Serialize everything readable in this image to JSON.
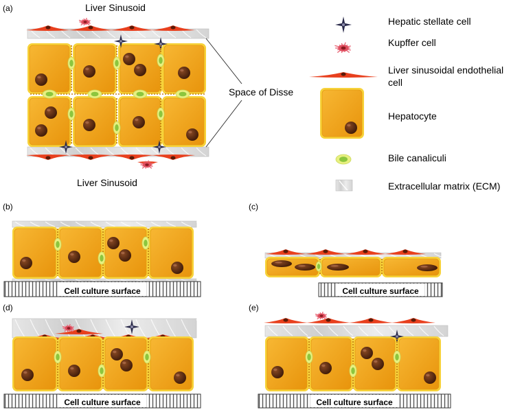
{
  "figure": {
    "panel_labels": {
      "a": "(a)",
      "b": "(b)",
      "c": "(c)",
      "d": "(d)",
      "e": "(e)"
    },
    "top_sinusoid_label": "Liver Sinusoid",
    "bottom_sinusoid_label": "Liver Sinusoid",
    "space_label": "Space of Disse",
    "culture_surface_label": "Cell culture surface"
  },
  "legend": [
    {
      "id": "hsc",
      "line1": "Hepatic stellate cell",
      "line2": ""
    },
    {
      "id": "kupffer",
      "line1": "Kupffer cell",
      "line2": ""
    },
    {
      "id": "lsec",
      "line1": "Liver sinusoidal endothelial",
      "line2": "cell"
    },
    {
      "id": "hepatocyte",
      "line1": "Hepatocyte",
      "line2": ""
    },
    {
      "id": "bile",
      "line1": "Bile canaliculi",
      "line2": ""
    },
    {
      "id": "ecm",
      "line1": "Extracellular matrix (ECM)",
      "line2": ""
    }
  ],
  "colors": {
    "hepatocyte_fill": "#f2a516",
    "hepatocyte_border": "#f7d23a",
    "nucleus": "#5a2a10",
    "endothelial": "#e8401e",
    "bile_outer": "#e8f080",
    "bile_inner": "#8cc63e",
    "ecm": "#dcdcdc",
    "stellate": "#2a2a4a",
    "kupffer": "#e86a7a"
  }
}
